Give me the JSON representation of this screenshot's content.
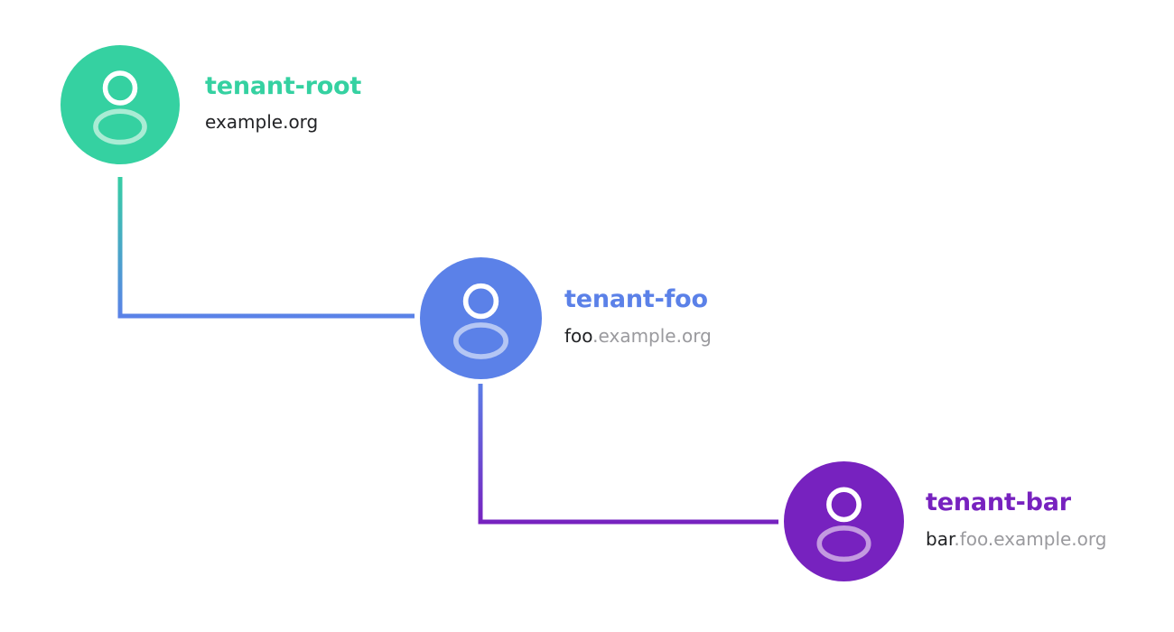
{
  "diagram": {
    "type": "tenant-hierarchy-tree",
    "background": "#ffffff",
    "nodes": [
      {
        "id": "tenant-root",
        "title": "tenant-root",
        "domain_own": "example.org",
        "domain_parent": "",
        "color": "#35d1a1",
        "avatar_head_color": "#ffffff",
        "avatar_body_color": "#a9ecd4",
        "icon": "person-avatar-icon"
      },
      {
        "id": "tenant-foo",
        "title": "tenant-foo",
        "domain_own": "foo",
        "domain_parent": ".example.org",
        "color": "#5b81e8",
        "avatar_head_color": "#ffffff",
        "avatar_body_color": "#b4c6f4",
        "icon": "person-avatar-icon"
      },
      {
        "id": "tenant-bar",
        "title": "tenant-bar",
        "domain_own": "bar",
        "domain_parent": ".foo.example.org",
        "color": "#7722bf",
        "avatar_head_color": "#ffffff",
        "avatar_body_color": "#c39ae0",
        "icon": "person-avatar-icon"
      }
    ],
    "edges": [
      {
        "id": "edge-root-to-foo",
        "from": "tenant-root",
        "to": "tenant-foo",
        "start_color": "#35d1a1",
        "end_color": "#5b81e8",
        "stroke_width": 5
      },
      {
        "id": "edge-foo-to-bar",
        "from": "tenant-foo",
        "to": "tenant-bar",
        "start_color": "#5b81e8",
        "end_color": "#7722bf",
        "stroke_width": 5
      }
    ]
  }
}
